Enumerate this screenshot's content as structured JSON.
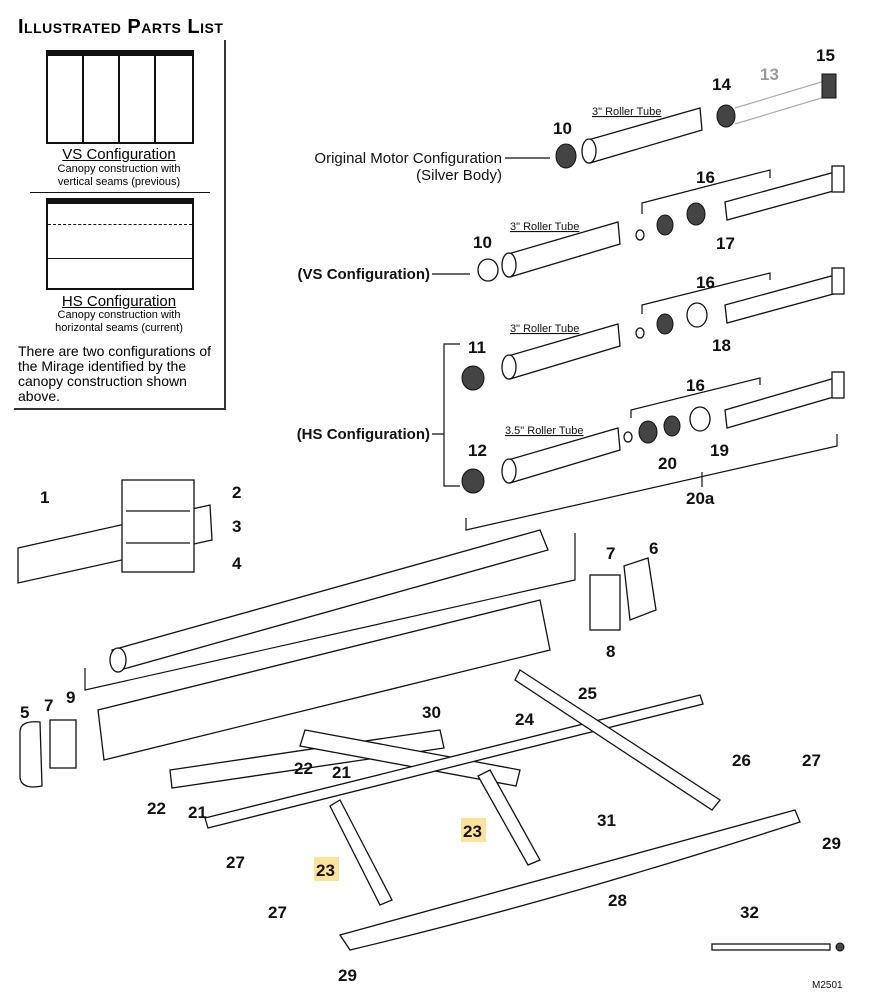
{
  "page_title": "Illustrated Parts List",
  "config_box": {
    "vs": {
      "title": "VS Configuration",
      "desc_line1": "Canopy construction with",
      "desc_line2": "vertical seams (previous)"
    },
    "hs": {
      "title": "HS Configuration",
      "desc_line1": "Canopy construction with",
      "desc_line2": "horizontal seams (current)"
    },
    "note": "There are two configurations of the Mirage identified by the canopy construction shown above."
  },
  "motor_labels": {
    "original_line1": "Original Motor Configuration",
    "original_line2": "(Silver Body)",
    "vs": "(VS Configuration)",
    "hs": "(HS Configuration)"
  },
  "tube_labels": {
    "original": "3\" Roller Tube",
    "vs": "3\" Roller Tube",
    "hs_a": "3\" Roller Tube",
    "hs_b": "3.5\" Roller Tube"
  },
  "callouts": {
    "c1": "1",
    "c2": "2",
    "c3": "3",
    "c4": "4",
    "c5": "5",
    "c6": "6",
    "c7a": "7",
    "c7b": "7",
    "c8": "8",
    "c9": "9",
    "c10a": "10",
    "c10b": "10",
    "c11": "11",
    "c12": "12",
    "c13": "13",
    "c14": "14",
    "c15": "15",
    "c16a": "16",
    "c16b": "16",
    "c16c": "16",
    "c17": "17",
    "c18": "18",
    "c19": "19",
    "c20": "20",
    "c20a": "20a",
    "c21a": "21",
    "c21b": "21",
    "c22a": "22",
    "c22b": "22",
    "c23a": "23",
    "c23b": "23",
    "c24": "24",
    "c25": "25",
    "c26": "26",
    "c27a": "27",
    "c27b": "27",
    "c27c": "27",
    "c28": "28",
    "c29a": "29",
    "c29b": "29",
    "c30": "30",
    "c31": "31",
    "c32": "32"
  },
  "highlighted_callout": "23",
  "highlight_color": "#fde39a",
  "drawing_number": "M2501"
}
